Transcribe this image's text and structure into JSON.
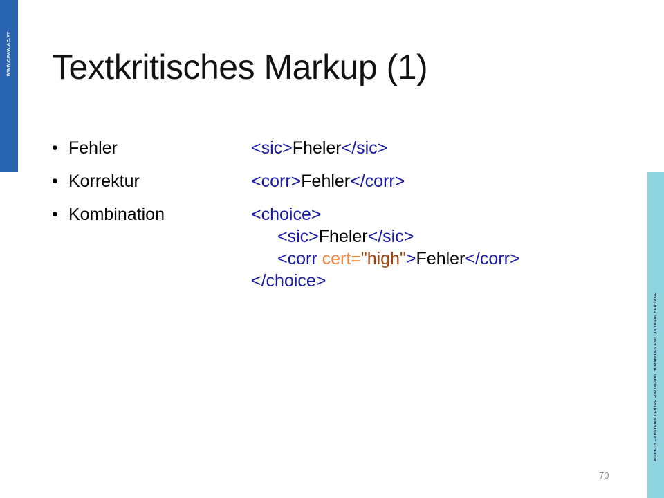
{
  "branding": {
    "left_text": "WWW.OEAW.AC.AT",
    "right_text": "ACDH-CH – AUSTRIAN CENTRE FOR DIGITAL HUMANITIES AND CULTURAL HERITAGE",
    "left_color": "#2a64b0",
    "right_color": "#8fd3dc"
  },
  "slide": {
    "title": "Textkritisches Markup (1)",
    "page_number": "70",
    "bullet_glyph": "•",
    "bullets": [
      {
        "label": "Fehler"
      },
      {
        "label": "Korrektur"
      },
      {
        "label": "Kombination"
      }
    ],
    "code": {
      "fehler": {
        "open": "<sic>",
        "text": "Fheler",
        "close": "</sic>"
      },
      "korrektur": {
        "open": "<corr>",
        "text": "Fehler",
        "close": "</corr>"
      },
      "kombination": {
        "choice_open": "<choice>",
        "sic_open": "<sic>",
        "sic_text": "Fheler",
        "sic_close": "</sic>",
        "corr_open_start": "<corr",
        "corr_attr": " cert=",
        "corr_val": "\"high\"",
        "corr_open_end": ">",
        "corr_text": "Fehler",
        "corr_close": "</corr>",
        "choice_close": "</choice>"
      }
    },
    "colors": {
      "tag": "#1a1aa6",
      "attribute": "#f0873f",
      "attribute_value": "#a0420a"
    }
  }
}
